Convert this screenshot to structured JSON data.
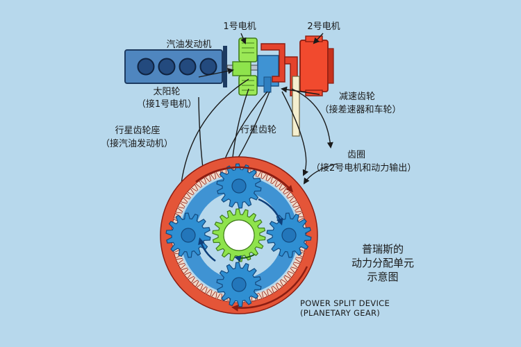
{
  "labels": {
    "engine": "汽油发动机",
    "mg1": "1号电机",
    "mg2": "2号电机",
    "sun_gear": "太阳轮",
    "sun_gear_note": "（接1号电机）",
    "reduction_gear": "减速齿轮",
    "reduction_gear_note": "（接差速器和车轮）",
    "carrier": "行星齿轮座",
    "carrier_note": "（接汽油发动机）",
    "planet_gear": "行星齿轮",
    "ring_gear": "齿圈",
    "ring_gear_note": "（接2号电机和动力输出）",
    "caption_line1": "普瑞斯的",
    "caption_line2": "动力分配单元",
    "caption_line3": "示意图",
    "english_line1": "POWER SPLIT DEVICE",
    "english_line2": "(PLANETARY GEAR)"
  },
  "colors": {
    "background": "#b7d8ec",
    "engine_blue": "#4f86bf",
    "carrier_blue": "#3f93d3",
    "planet_blue": "#2f8fd2",
    "sun_green": "#8ee34c",
    "ring_red": "#e45538",
    "mg2_red": "#f14a2e",
    "housing_red": "#e4432c",
    "reduction_cream": "#f4efcf",
    "arrow_dark": "#222222"
  }
}
